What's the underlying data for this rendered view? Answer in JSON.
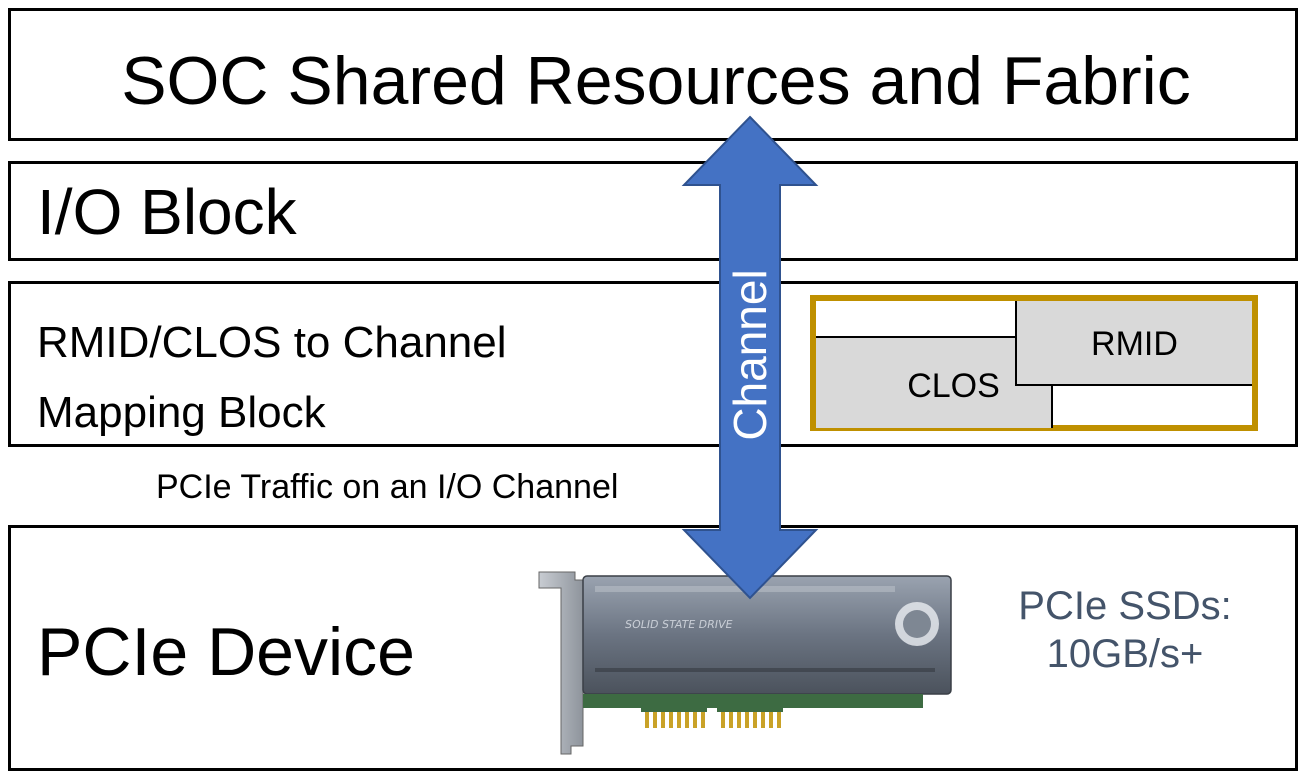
{
  "soc": {
    "title": "SOC Shared Resources and Fabric"
  },
  "io_block": {
    "title": "I/O Block"
  },
  "mapping_block": {
    "title_line1": "RMID/CLOS to Channel",
    "title_line2": "Mapping Block",
    "clos_label": "CLOS",
    "rmid_label": "RMID"
  },
  "channel": {
    "label": "Channel",
    "arrow_color": "#4472c4"
  },
  "traffic": {
    "label": "PCIe Traffic on an I/O Channel"
  },
  "device": {
    "title": "PCIe Device",
    "ssd_line1": "PCIe SSDs:",
    "ssd_line2": "10GB/s+"
  },
  "colors": {
    "mapping_border": "#bf9000",
    "cell_fill": "#d9d9d9",
    "ssd_text": "#44546a"
  },
  "icons": {
    "card": "pcie-ssd-card-icon"
  }
}
